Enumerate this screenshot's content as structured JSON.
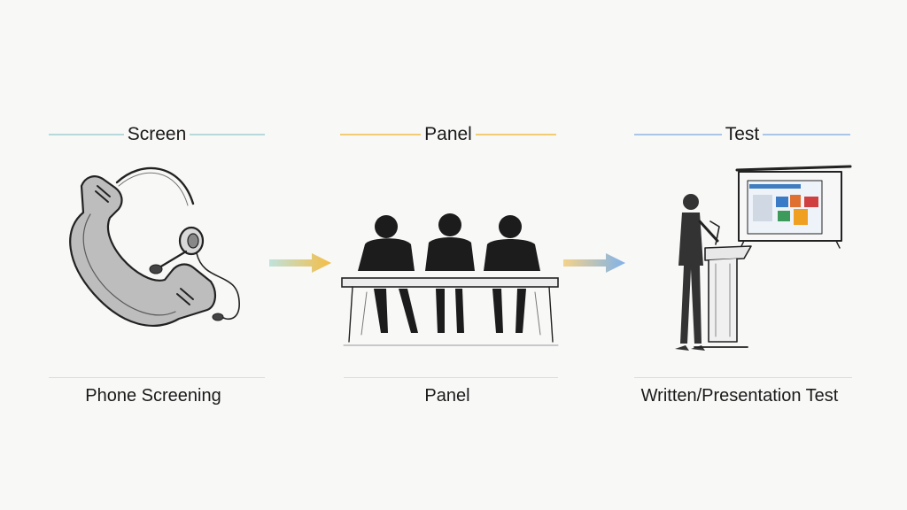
{
  "stages": [
    {
      "heading": "Screen",
      "caption": "Phone Screening",
      "icon": "headset-phone-icon",
      "rule_color": "#b7d9dc"
    },
    {
      "heading": "Panel",
      "caption": "Panel",
      "icon": "interview-panel-icon",
      "rule_color": "#f2cc72"
    },
    {
      "heading": "Test",
      "caption": "Written/Presentation Test",
      "icon": "presentation-podium-icon",
      "rule_color": "#a9c6e6"
    }
  ],
  "arrows": [
    {
      "icon": "arrow-right-icon",
      "from_color": "#bfe2dc",
      "to_color": "#f5bd45"
    },
    {
      "icon": "arrow-right-icon",
      "from_color": "#f4d28a",
      "to_color": "#7fb2ea"
    }
  ]
}
